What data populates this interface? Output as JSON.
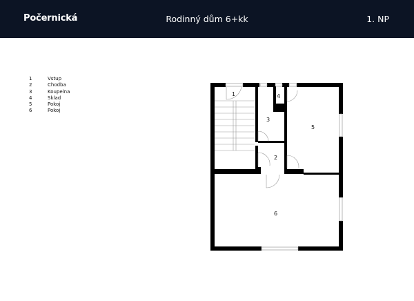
{
  "header": {
    "title": "Počernická",
    "subtitle": "Rodinný dům 6+kk",
    "floor": "1. NP",
    "background": "#0c1424"
  },
  "legend": [
    {
      "num": "1",
      "label": "Vstup"
    },
    {
      "num": "2",
      "label": "Chodba"
    },
    {
      "num": "3",
      "label": "Koupelna"
    },
    {
      "num": "4",
      "label": "Sklad"
    },
    {
      "num": "5",
      "label": "Pokoj"
    },
    {
      "num": "6",
      "label": "Pokoj"
    }
  ],
  "rooms": {
    "r1": "1",
    "r2": "2",
    "r3": "3",
    "r4": "4",
    "r5": "5",
    "r6": "6"
  }
}
